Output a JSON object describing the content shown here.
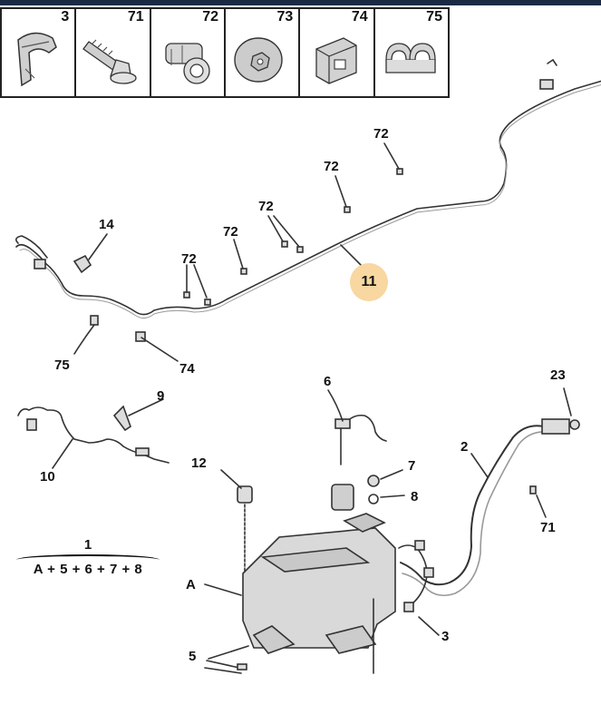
{
  "legend": {
    "items": [
      {
        "num": "3",
        "icon": "clip-icon"
      },
      {
        "num": "71",
        "icon": "screw-icon"
      },
      {
        "num": "72",
        "icon": "pipe-clip-icon"
      },
      {
        "num": "73",
        "icon": "washer-nut-icon"
      },
      {
        "num": "74",
        "icon": "bracket-icon"
      },
      {
        "num": "75",
        "icon": "double-clip-icon"
      }
    ]
  },
  "callouts": {
    "c14": "14",
    "c72a": "72",
    "c72b": "72",
    "c72c": "72",
    "c72d": "72",
    "c72e": "72",
    "c11": "11",
    "c75": "75",
    "c74": "74",
    "c9": "9",
    "c10": "10",
    "c6": "6",
    "c23": "23",
    "c2": "2",
    "c12": "12",
    "c7": "7",
    "c8": "8",
    "c71": "71",
    "cA": "A",
    "c3": "3",
    "c5": "5"
  },
  "formula": {
    "number": "1",
    "expression": "A + 5 + 6 + 7 + 8"
  },
  "colors": {
    "line": "#333333",
    "part_fill": "#d9d9d9",
    "highlight": "#f8d7a0"
  }
}
